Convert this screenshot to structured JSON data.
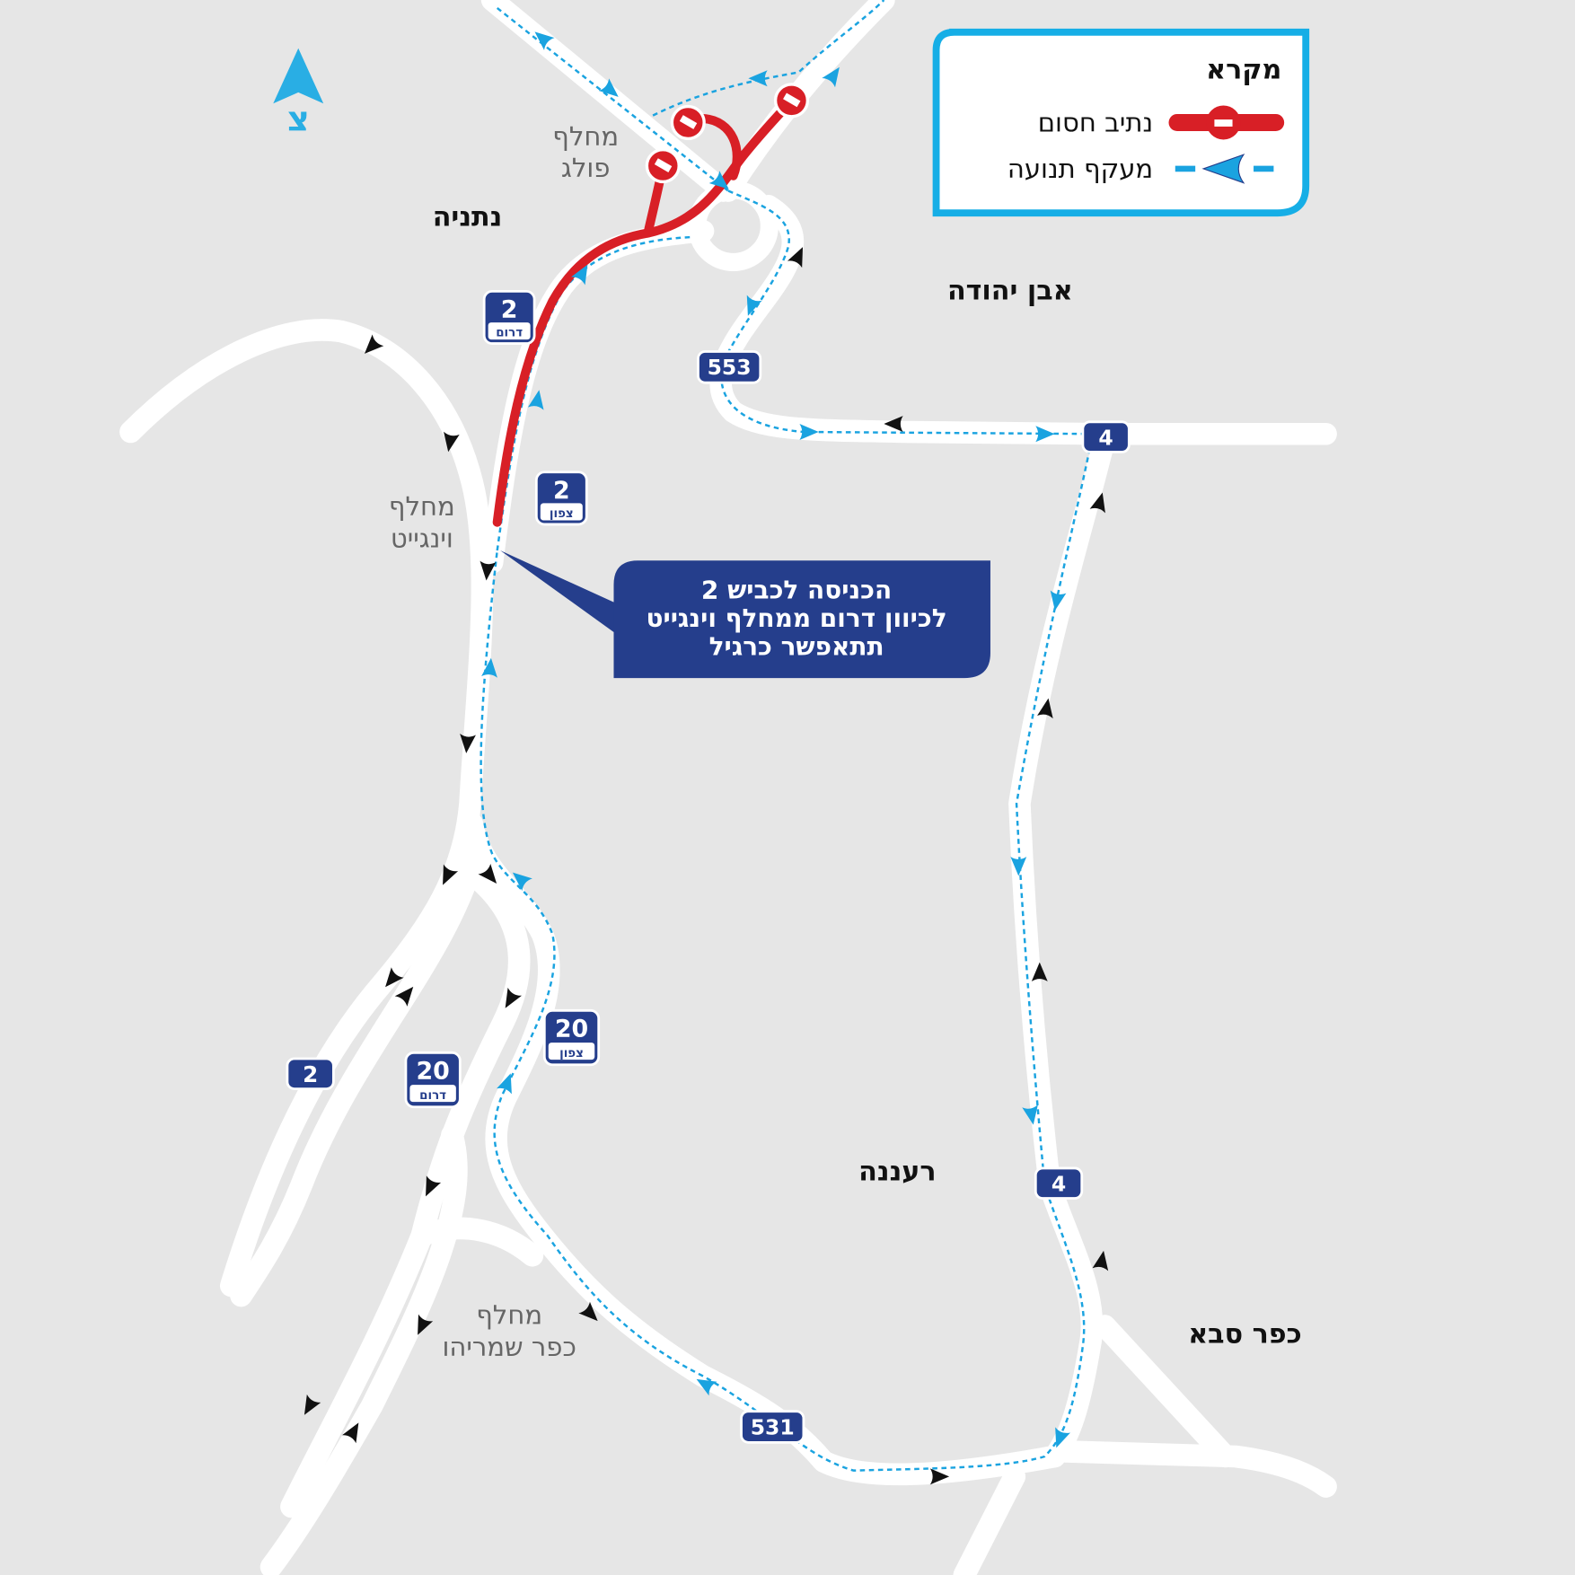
{
  "north": {
    "label": "צ",
    "color": "#29aee4"
  },
  "legend": {
    "title": "מקרא",
    "items": [
      {
        "label": "נתיב חסום",
        "symbol": "closed-lane",
        "color": "#d81f26"
      },
      {
        "label": "מעקף תנועה",
        "symbol": "detour",
        "color": "#1aa3e0"
      }
    ]
  },
  "places": {
    "netanya": "נתניה",
    "even_yehuda": "אבן יהודה",
    "raanana": "רעננה",
    "kfar_saba": "כפר סבא"
  },
  "interchanges": {
    "poleg": [
      "מחלף",
      "פולג"
    ],
    "wingate": [
      "מחלף",
      "וינגייט"
    ],
    "kfar_shmaryahu": [
      "מחלף",
      "כפר שמריהו"
    ]
  },
  "shields": {
    "r2_south": {
      "number": "2",
      "direction": "דרום"
    },
    "r2_north": {
      "number": "2",
      "direction": "צפון"
    },
    "r2": {
      "number": "2"
    },
    "r553": {
      "number": "553"
    },
    "r4_top": {
      "number": "4"
    },
    "r4_bottom": {
      "number": "4"
    },
    "r20_north": {
      "number": "20",
      "direction": "צפון"
    },
    "r20_south": {
      "number": "20",
      "direction": "דרום"
    },
    "r531": {
      "number": "531"
    }
  },
  "callout": {
    "lines": [
      "הכניסה לכביש 2",
      "לכיוון דרום ממחלף וינגייט",
      "תתאפשר כרגיל"
    ],
    "color": "#253e8c"
  },
  "colors": {
    "background": "#e6e6e6",
    "road": "#ffffff",
    "shield": "#253e8c"
  }
}
